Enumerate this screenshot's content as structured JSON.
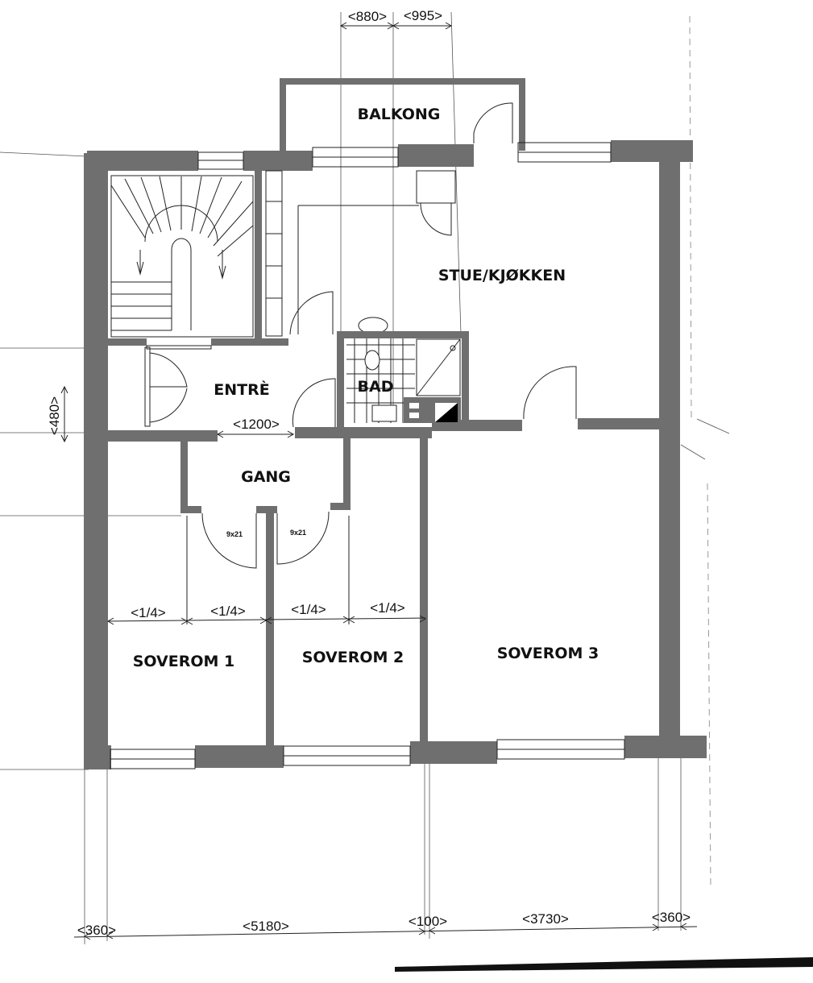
{
  "rooms": {
    "balkong": "BALKONG",
    "stue": "STUE/KJØKKEN",
    "entre": "ENTRÈ",
    "bad": "BAD",
    "gang": "GANG",
    "soverom1": "SOVEROM 1",
    "soverom2": "SOVEROM 2",
    "soverom3": "SOVEROM 3"
  },
  "doors": {
    "door_left": "9x21",
    "door_right": "9x21"
  },
  "dimensions": {
    "top_880": "<880>",
    "top_995": "<995>",
    "side_480": "<480>",
    "entre_1200": "<1200>",
    "q1": "<1/4>",
    "q2": "<1/4>",
    "q3": "<1/4>",
    "q4": "<1/4>",
    "bottom_360_left": "<360>",
    "bottom_5180": "<5180>",
    "bottom_100": "<100>",
    "bottom_3730": "<3730>",
    "bottom_360_right": "<360>"
  },
  "colors": {
    "wall": "#6f6f6f",
    "line": "#222222",
    "background": "#ffffff"
  }
}
